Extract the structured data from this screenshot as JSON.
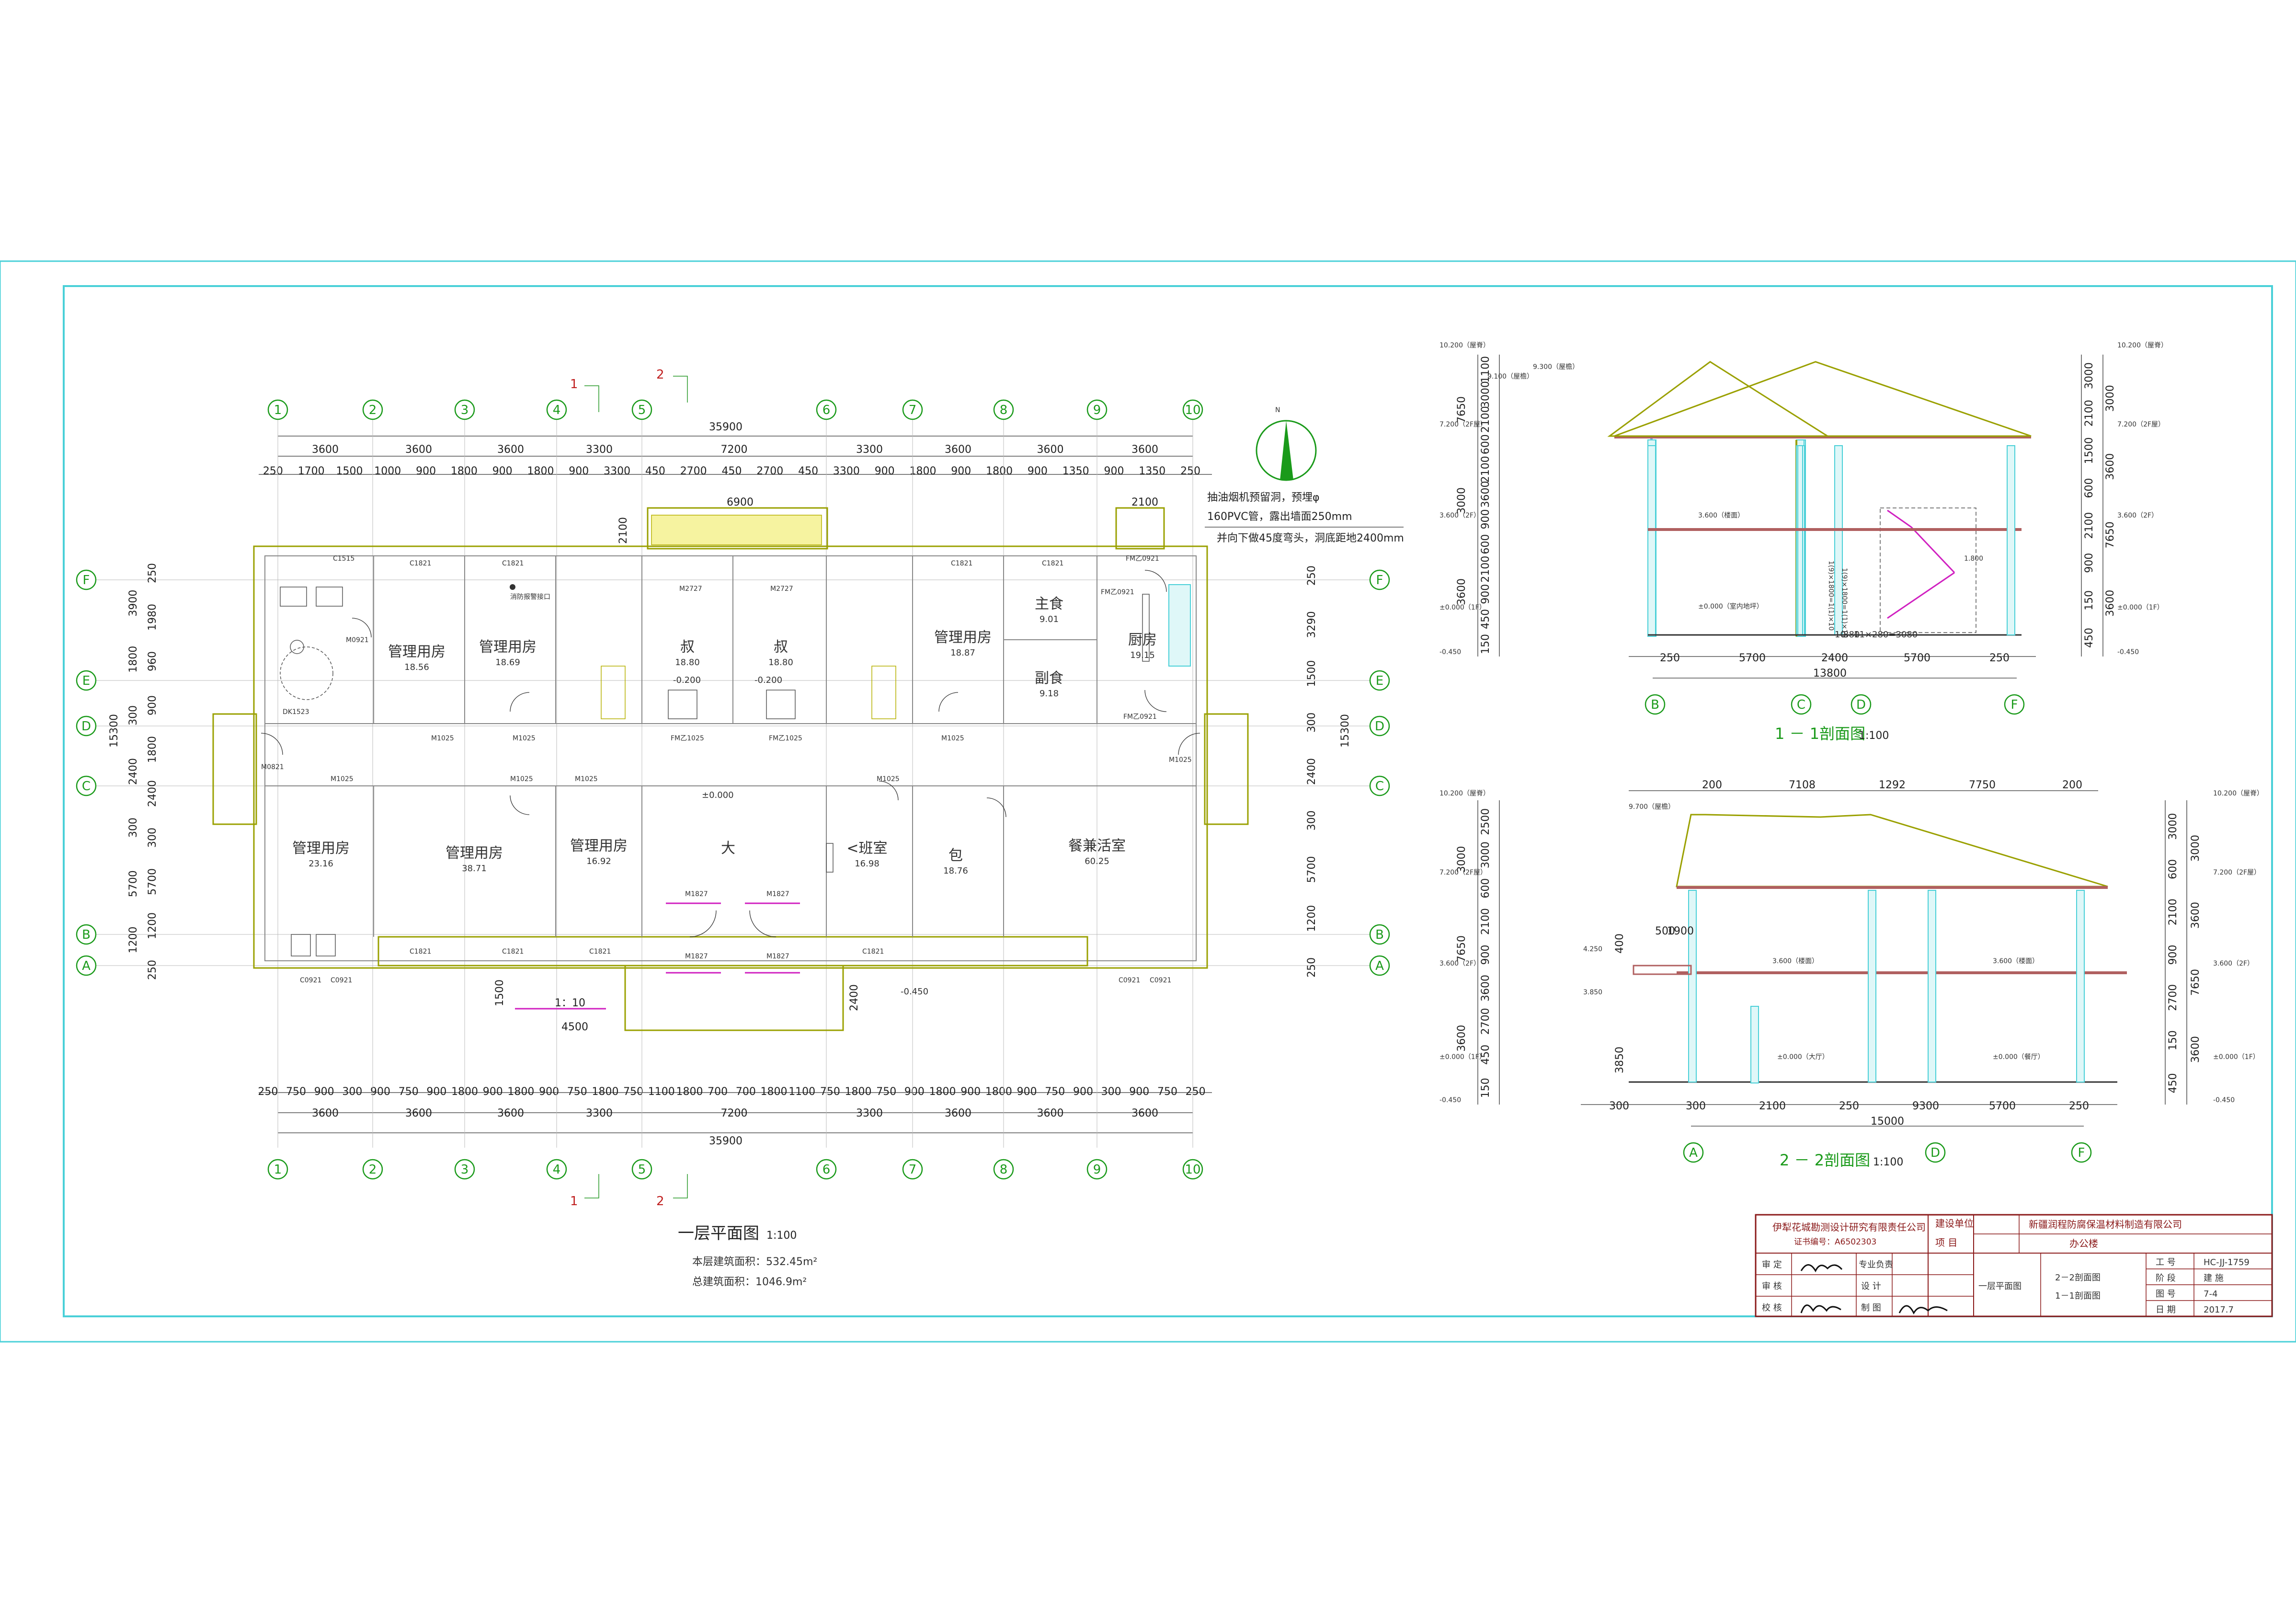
{
  "plan": {
    "axes_x": [
      "1",
      "2",
      "3",
      "4",
      "5",
      "6",
      "7",
      "8",
      "9",
      "10"
    ],
    "axes_y": [
      "F",
      "E",
      "D",
      "C",
      "B",
      "A"
    ],
    "section_marks": [
      "1",
      "2"
    ],
    "overall_width": "35900",
    "top_dims_row1": [
      "3600",
      "3600",
      "3600",
      "3300",
      "7200",
      "3300",
      "3600",
      "3600",
      "3600"
    ],
    "top_dims_row2": [
      "250",
      "1700",
      "1500",
      "1000",
      "900",
      "1800",
      "900",
      "1800",
      "900",
      "3300",
      "450",
      "2700",
      "450",
      "2700",
      "450",
      "3300",
      "900",
      "1800",
      "900",
      "1800",
      "900",
      "1350",
      "900",
      "1350",
      "250"
    ],
    "bottom_dims_row2": [
      "250",
      "750",
      "900",
      "300",
      "900",
      "750",
      "900",
      "1800",
      "900",
      "1800",
      "900",
      "750",
      "1800",
      "750",
      "1100",
      "1800",
      "700",
      "700",
      "1800",
      "1100",
      "750",
      "1800",
      "750",
      "900",
      "1800",
      "900",
      "1800",
      "900",
      "750",
      "900",
      "300",
      "900",
      "750",
      "250"
    ],
    "bottom_dims_row1": [
      "3600",
      "3600",
      "3600",
      "3300",
      "7200",
      "3300",
      "3600",
      "3600",
      "3600"
    ],
    "left_dims": [
      "250",
      "1980",
      "960",
      "900",
      "1800",
      "2400",
      "300",
      "5700",
      "1200",
      "250"
    ],
    "left_dims_outer": [
      "3900",
      "1800",
      "300",
      "2400",
      "300",
      "5700",
      "1200"
    ],
    "left_total": "15300",
    "right_dims": [
      "250",
      "3290",
      "1500",
      "300",
      "2400",
      "300",
      "5700",
      "1200",
      "250"
    ],
    "right_total": "15300",
    "canopy_width": "6900",
    "canopy_depth": "2100",
    "entry_width": "2100",
    "ramp_label": "1：10",
    "ramp_width": "4500",
    "ramp_depth": "1500",
    "steps_depth": "2400",
    "ground_level": "-0.450",
    "floor_level": "±0.000",
    "hall_level_a": "-0.200",
    "hall_level_b": "-0.200",
    "rooms": [
      {
        "name": "管理用房",
        "area": "18.56"
      },
      {
        "name": "管理用房",
        "area": "18.69"
      },
      {
        "name": "叔",
        "area": "18.80"
      },
      {
        "name": "叔",
        "area": "18.80"
      },
      {
        "name": "管理用房",
        "area": "18.87"
      },
      {
        "name": "主食",
        "area": "9.01"
      },
      {
        "name": "副食",
        "area": "9.18"
      },
      {
        "name": "厨房",
        "area": "19.15"
      },
      {
        "name": "管理用房",
        "area": "23.16"
      },
      {
        "name": "管理用房",
        "area": "38.71"
      },
      {
        "name": "管理用房",
        "area": "16.92"
      },
      {
        "name": "大",
        "area": ""
      },
      {
        "name": "<班室",
        "area": "16.98"
      },
      {
        "name": "包",
        "area": "18.76"
      },
      {
        "name": "餐兼活室",
        "area": "60.25"
      }
    ],
    "door_tags": [
      "M1025",
      "M1025",
      "M1025",
      "M1025",
      "M1025",
      "M1025",
      "M1025",
      "FM乙1025",
      "FM乙1025",
      "M0921",
      "M1827",
      "M1827",
      "M1827",
      "M1827",
      "M2727",
      "M2727",
      "M0821",
      "FM乙0921",
      "FM乙0921",
      "FM乙0921",
      "M1025"
    ],
    "window_tags": [
      "C1515",
      "C1821",
      "C1821",
      "C1821",
      "C1821",
      "C1821",
      "C1821",
      "C1821",
      "C1821",
      "C0921",
      "C0921",
      "C0921",
      "C0921",
      "DK1523"
    ],
    "note_text": [
      "抽油烟机预留洞，预埋φ",
      "160PVC管，露出墙面250mm",
      "并向下做45度弯头，洞底距地2400mm"
    ],
    "small_note": "消防报警接口",
    "title": "一层平面图",
    "scale": "1:100",
    "area_floor": "本层建筑面积：532.45m²",
    "area_total": "总建筑面积：1046.9m²"
  },
  "section1": {
    "title": "1 － 1剖面图",
    "scale": "1:100",
    "levels_left": [
      "10.200（屋脊）",
      "9.100（屋檐）",
      "7.200（2F屋）",
      "3.600（2F）",
      "±0.000（1F）",
      "-0.450"
    ],
    "level_mid": "9.300（屋檐）",
    "level_stair": "1.800",
    "level_inner_2f": "3.600（楼面）",
    "level_inner_1f": "±0.000（室内地坪）",
    "levels_right": [
      "10.200（屋脊）",
      "7.200（2F屋）",
      "3.600（2F）",
      "±0.000（1F）",
      "-0.450"
    ],
    "left_dims": [
      "1100",
      "3000",
      "2100",
      "600",
      "2100",
      "3600",
      "900",
      "600",
      "2100",
      "900",
      "450",
      "150"
    ],
    "left_totals": [
      "7650",
      "3000",
      "3600"
    ],
    "right_dims": [
      "3000",
      "2100",
      "1500",
      "600",
      "2100",
      "900",
      "150",
      "450"
    ],
    "right_totals": [
      "3000",
      "3600",
      "7650",
      "3600"
    ],
    "stair_note": "11×280=3080",
    "stair_small": [
      "10",
      "880"
    ],
    "bottom_dims": [
      "250",
      "5700",
      "2400",
      "5700",
      "250"
    ],
    "bottom_total": "13800",
    "axes": [
      "B",
      "C",
      "D",
      "F"
    ]
  },
  "section2": {
    "title": "2 － 2剖面图",
    "scale": "1:100",
    "top_dims": [
      "200",
      "7108",
      "1292",
      "7750",
      "200"
    ],
    "levels_left": [
      "10.200（屋脊）",
      "9.700（屋檐）",
      "7.200（2F屋）",
      "3.600（2F）",
      "±0.000（1F）",
      "-0.450"
    ],
    "level_canopy_a": "4.250",
    "level_canopy_b": "3.850",
    "level_inner_2f_a": "3.600（楼面）",
    "level_inner_2f_b": "3.600（楼面）",
    "level_inner_1f_a": "±0.000（大厅）",
    "level_inner_1f_b": "±0.000（餐厅）",
    "levels_right": [
      "10.200（屋脊）",
      "7.200（2F屋）",
      "3.600（2F）",
      "±0.000（1F）",
      "-0.450"
    ],
    "left_dims": [
      "2500",
      "3000",
      "600",
      "2100",
      "900",
      "3600",
      "2700",
      "450",
      "150"
    ],
    "left_totals": [
      "3000",
      "7650",
      "3600"
    ],
    "canopy_dims": [
      "500",
      "1900",
      "400",
      "3850"
    ],
    "right_dims": [
      "3000",
      "600",
      "2100",
      "900",
      "2700",
      "150",
      "450"
    ],
    "right_totals": [
      "3000",
      "3600",
      "7650",
      "3600"
    ],
    "bottom_dims": [
      "300",
      "300",
      "2100",
      "250",
      "9300",
      "5700",
      "250"
    ],
    "bottom_total": "15000",
    "axes": [
      "A",
      "D",
      "F"
    ]
  },
  "title_block": {
    "company": "伊犁花城勘测设计研究有限责任公司",
    "cert": "证书编号：A6502303",
    "role_rows": [
      "审 定",
      "审 核",
      "校 核"
    ],
    "role_cols": [
      "专业负责",
      "设  计",
      "制  图"
    ],
    "unit_label": "建设单位",
    "unit_value": "新疆润程防腐保温材料制造有限公司",
    "project_label": "项   目",
    "project_value": "办公楼",
    "drawing_names": [
      "一层平面图",
      "2－2剖面图",
      "1－1剖面图"
    ],
    "fields": [
      {
        "k": "工  号",
        "v": "HC-JJ-1759"
      },
      {
        "k": "阶  段",
        "v": "建  施"
      },
      {
        "k": "图  号",
        "v": "7-4"
      },
      {
        "k": "日  期",
        "v": "2017.7"
      }
    ]
  }
}
